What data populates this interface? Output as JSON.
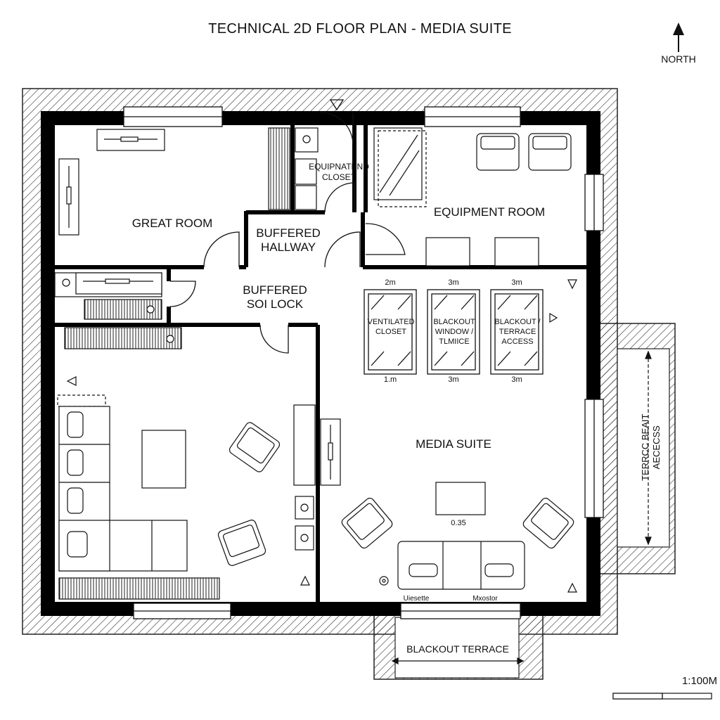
{
  "title": "TECHNICAL 2D FLOOR PLAN - MEDIA SUITE",
  "north_label": "NORTH",
  "scale_label": "1:100M",
  "rooms": {
    "great_room": "GREAT ROOM",
    "equipment_closet": "EQUIPNATEND CLOSET",
    "buffered_hallway": "BUFFERED HALLWAY",
    "equipment_room": "EQUIPMENT ROOM",
    "buffered_soi_lock": "BUFFERED SOI LOCK",
    "media_suite": "MEDIA SUITE",
    "terrace_access": "TERRCC BEAIT AECECSS",
    "blackout_terrace": "BLACKOUT TERRACE"
  },
  "panels": [
    {
      "label": "VENTILATED CLOSET",
      "top_dim": "2m",
      "bottom_dim": "1.m"
    },
    {
      "label": "BLACKOUT WINDOW / TLMIICE",
      "top_dim": "3m",
      "bottom_dim": "3m"
    },
    {
      "label": "BLACKOUT / TERRACE ACCESS",
      "top_dim": "3m",
      "bottom_dim": "3m"
    }
  ],
  "annotations": {
    "media_table_dim": "0.35",
    "left_bottom_label": "Uiesette",
    "right_bottom_label": "Mxostor"
  }
}
